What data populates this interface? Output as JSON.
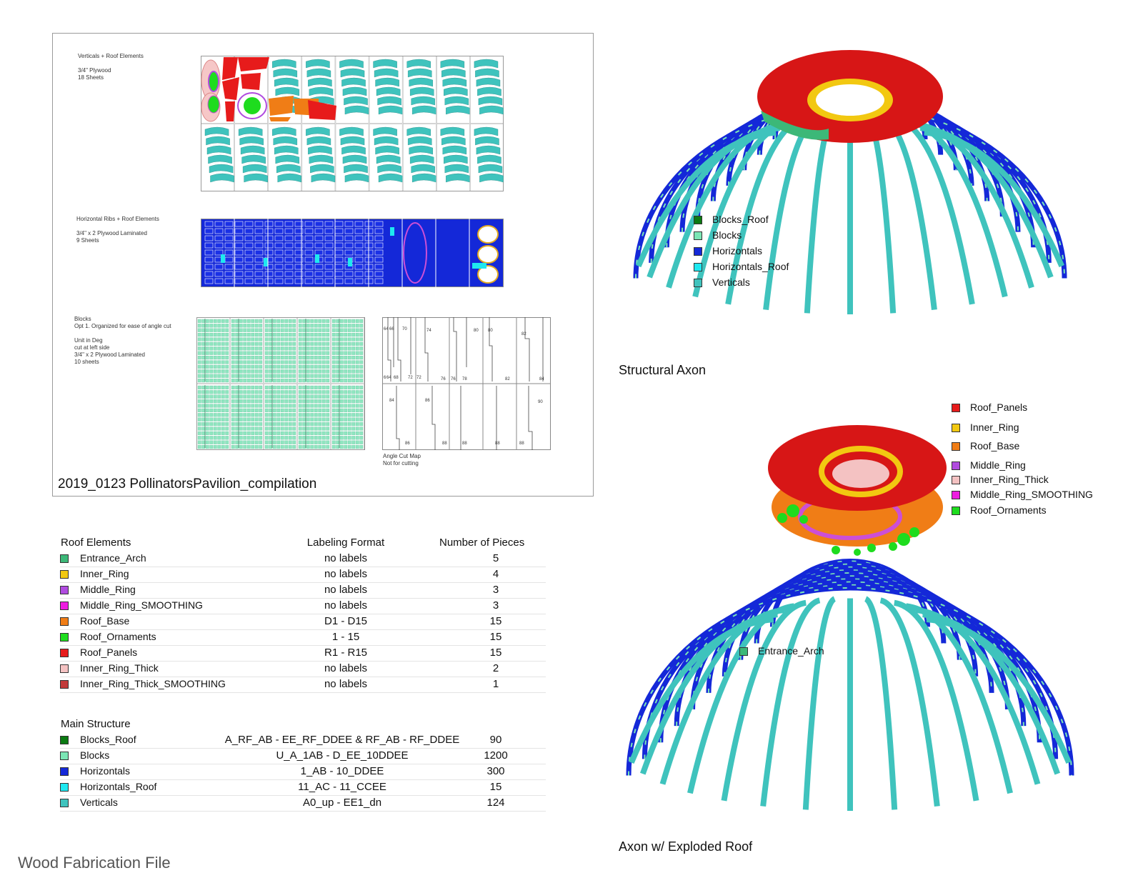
{
  "sheet": {
    "title": "2019_0123 PollinatorsPavilion_compilation",
    "section1_note": "Verticals + Roof Elements\n\n3/4\" Plywood\n18 Sheets",
    "section2_note": "Horizontal Ribs + Roof Elements\n\n3/4\" x 2 Plywood Laminated\n9 Sheets",
    "section3_note": "Blocks\nOpt 1. Organized for ease of angle cut\n\nUnit in Deg\ncut at left side\n3/4\" x 2 Plywood Laminated\n10 sheets",
    "angle_map_caption": "Angle Cut Map\nNot for cutting",
    "angle_numbers_top": [
      "64",
      "66",
      "70",
      "74",
      "80",
      "80",
      "82"
    ],
    "angle_numbers_bottom_row1": [
      "6",
      "64",
      "68",
      "72",
      "72",
      "76",
      "76",
      "78",
      "82",
      "84"
    ],
    "angle_numbers_bottom_row2": [
      "84",
      "86",
      "90"
    ],
    "angle_numbers_bottom_row3": [
      "86",
      "88",
      "88",
      "88",
      "88"
    ]
  },
  "roof_table": {
    "header": {
      "col1": "Roof Elements",
      "col2": "Labeling Format",
      "col3": "Number of Pieces"
    },
    "rows": [
      {
        "name": "Entrance_Arch",
        "label": "no labels",
        "count": "5",
        "color": "#3cb878"
      },
      {
        "name": "Inner_Ring",
        "label": "no labels",
        "count": "4",
        "color": "#f2c811"
      },
      {
        "name": "Middle_Ring",
        "label": "no labels",
        "count": "3",
        "color": "#b04be0"
      },
      {
        "name": "Middle_Ring_SMOOTHING",
        "label": "no labels",
        "count": "3",
        "color": "#ee1ce0"
      },
      {
        "name": "Roof_Base",
        "label": "D1 - D15",
        "count": "15",
        "color": "#f07d16"
      },
      {
        "name": "Roof_Ornaments",
        "label": "1 - 15",
        "count": "15",
        "color": "#1edc1e"
      },
      {
        "name": "Roof_Panels",
        "label": "R1 - R15",
        "count": "15",
        "color": "#e71b1b"
      },
      {
        "name": "Inner_Ring_Thick",
        "label": "no labels",
        "count": "2",
        "color": "#f4c2c2"
      },
      {
        "name": "Inner_Ring_Thick_SMOOTHING",
        "label": "no labels",
        "count": "1",
        "color": "#c23b3b"
      }
    ]
  },
  "main_table": {
    "header": "Main Structure",
    "rows": [
      {
        "name": "Blocks_Roof",
        "label": "A_RF_AB - EE_RF_DDEE & RF_AB - RF_DDEE",
        "count": "90",
        "color": "#0b7a12"
      },
      {
        "name": "Blocks",
        "label": "U_A_1AB - D_EE_10DDEE",
        "count": "1200",
        "color": "#7be6b5"
      },
      {
        "name": "Horizontals",
        "label": "1_AB - 10_DDEE",
        "count": "300",
        "color": "#1428d8"
      },
      {
        "name": "Horizontals_Roof",
        "label": "11_AC - 11_CCEE",
        "count": "15",
        "color": "#1ee8f0"
      },
      {
        "name": "Verticals",
        "label": "A0_up - EE1_dn",
        "count": "124",
        "color": "#3fc3bd"
      }
    ]
  },
  "structural_legend": [
    {
      "name": "Blocks_Roof",
      "color": "#0b7a12"
    },
    {
      "name": "Blocks",
      "color": "#7be6b5"
    },
    {
      "name": "Horizontals",
      "color": "#1428d8"
    },
    {
      "name": "Horizontals_Roof",
      "color": "#1ee8f0"
    },
    {
      "name": "Verticals",
      "color": "#3fc3bd"
    }
  ],
  "exploded_legend": [
    {
      "name": "Roof_Panels",
      "color": "#e71b1b"
    },
    {
      "name": "Inner_Ring",
      "color": "#f2c811"
    },
    {
      "name": "Roof_Base",
      "color": "#f07d16"
    },
    {
      "name": "Middle_Ring",
      "color": "#b04be0"
    },
    {
      "name": "Inner_Ring_Thick",
      "color": "#f4c2c2"
    },
    {
      "name": "Middle_Ring_SMOOTHING",
      "color": "#ee1ce0"
    },
    {
      "name": "Roof_Ornaments",
      "color": "#1edc1e"
    }
  ],
  "entrance_arch_label": {
    "name": "Entrance_Arch",
    "color": "#3cb878"
  },
  "captions": {
    "structural": "Structural Axon",
    "exploded": "Axon w/ Exploded Roof",
    "footer": "Wood Fabrication File"
  }
}
